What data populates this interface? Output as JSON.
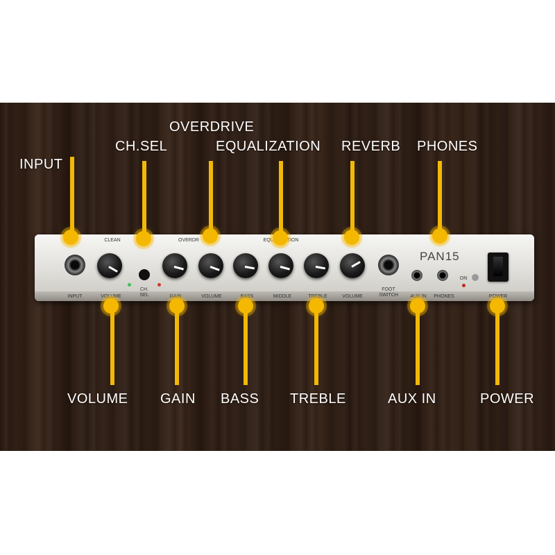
{
  "callouts": {
    "input": "INPUT",
    "ch_sel": "CH.SEL",
    "overdrive": "OVERDRIVE",
    "equalization": "EQUALIZATION",
    "reverb": "REVERB",
    "phones": "PHONES",
    "volume": "VOLUME",
    "gain": "GAIN",
    "bass": "BASS",
    "treble": "TREBLE",
    "aux_in": "AUX IN",
    "power": "POWER"
  },
  "panel": {
    "model": "PAN15",
    "section_clean": "CLEAN",
    "section_overdrive": "OVERDR",
    "section_eq": "EQUALIZATION",
    "labels": {
      "input": "INPUT",
      "volume_clean": "VOLUME",
      "ch_sel": "CH.\nSEL",
      "gain": "GAIN",
      "volume_od": "VOLUME",
      "bass": "BASS",
      "middle": "MIDDLE",
      "treble": "TREBLE",
      "volume_reverb": "VOLUME",
      "foot_switch": "FOOT\nSWITCH",
      "aux_in": "AUX IN",
      "phones": "PHONES",
      "on": "ON",
      "power": "POWER"
    }
  },
  "colors": {
    "accent": "#f5b800",
    "wood": "#2f2016",
    "panel": "#e4e2dd"
  },
  "icons": {
    "highlight": "hotspot-dot-icon",
    "knob": "rotary-knob-icon",
    "jack": "quarter-inch-jack-icon"
  }
}
